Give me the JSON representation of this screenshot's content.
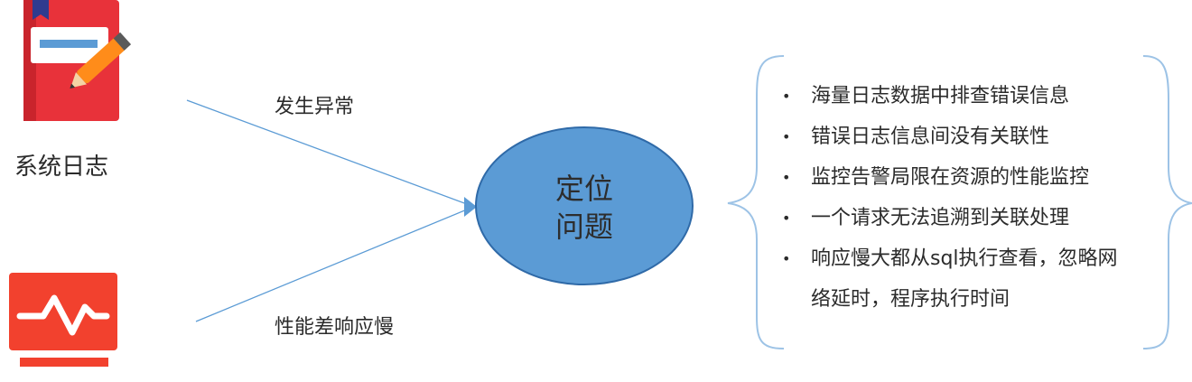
{
  "sources": {
    "log": {
      "label": "系统日志",
      "icon": "log-book-pencil-icon"
    },
    "perf": {
      "icon": "monitor-pulse-icon"
    }
  },
  "arrows": {
    "top_label": "发生异常",
    "bottom_label": "性能差响应慢"
  },
  "center": {
    "line1": "定位",
    "line2": "问题",
    "fill_color": "#5b9bd5"
  },
  "issues": [
    "海量日志数据中排查错误信息",
    "错误日志信息间没有关联性",
    "监控告警局限在资源的性能监控",
    "一个请求无法追溯到关联处理",
    "响应慢大都从sql执行查看，忽略网络延时，程序执行时间"
  ],
  "colors": {
    "icon_red": "#e8323a",
    "arrow_blue": "#5b9bd5",
    "brace_blue": "#9dc3e6"
  }
}
